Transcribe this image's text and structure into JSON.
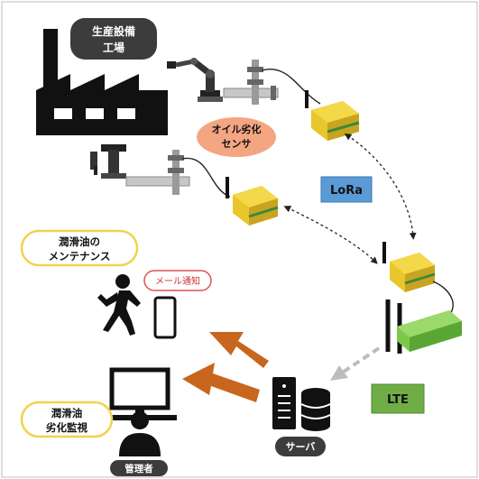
{
  "labels": {
    "factory": [
      "生産設備",
      "工場"
    ],
    "oil_sensor": [
      "オイル劣化",
      "センサ"
    ],
    "lora": "LoRa",
    "lte": "LTE",
    "maintenance": [
      "潤滑油の",
      "メンテナンス"
    ],
    "mail": "メール通知",
    "monitoring": [
      "潤滑油",
      "劣化監視"
    ],
    "server": "サーバ",
    "admin": "管理者"
  },
  "colors": {
    "sensor_box": "#e9c62a",
    "sensor_box_dark": "#b8951a",
    "sensor_stripe": "#3a8a3a",
    "gateway": "#7cc84a",
    "orange_arrow": "#c8661e",
    "lora_bg": "#5b9bd5",
    "lte_bg": "#70ad47",
    "oil_bubble": "#f4a582",
    "yellow_outline": "#f2d24b",
    "mail_outline": "#e05050"
  },
  "icons": [
    "factory-icon",
    "robot-arm-icon",
    "sensor-device-icon",
    "gateway-icon",
    "person-running-icon",
    "smartphone-icon",
    "monitor-icon",
    "person-icon",
    "server-icon"
  ]
}
